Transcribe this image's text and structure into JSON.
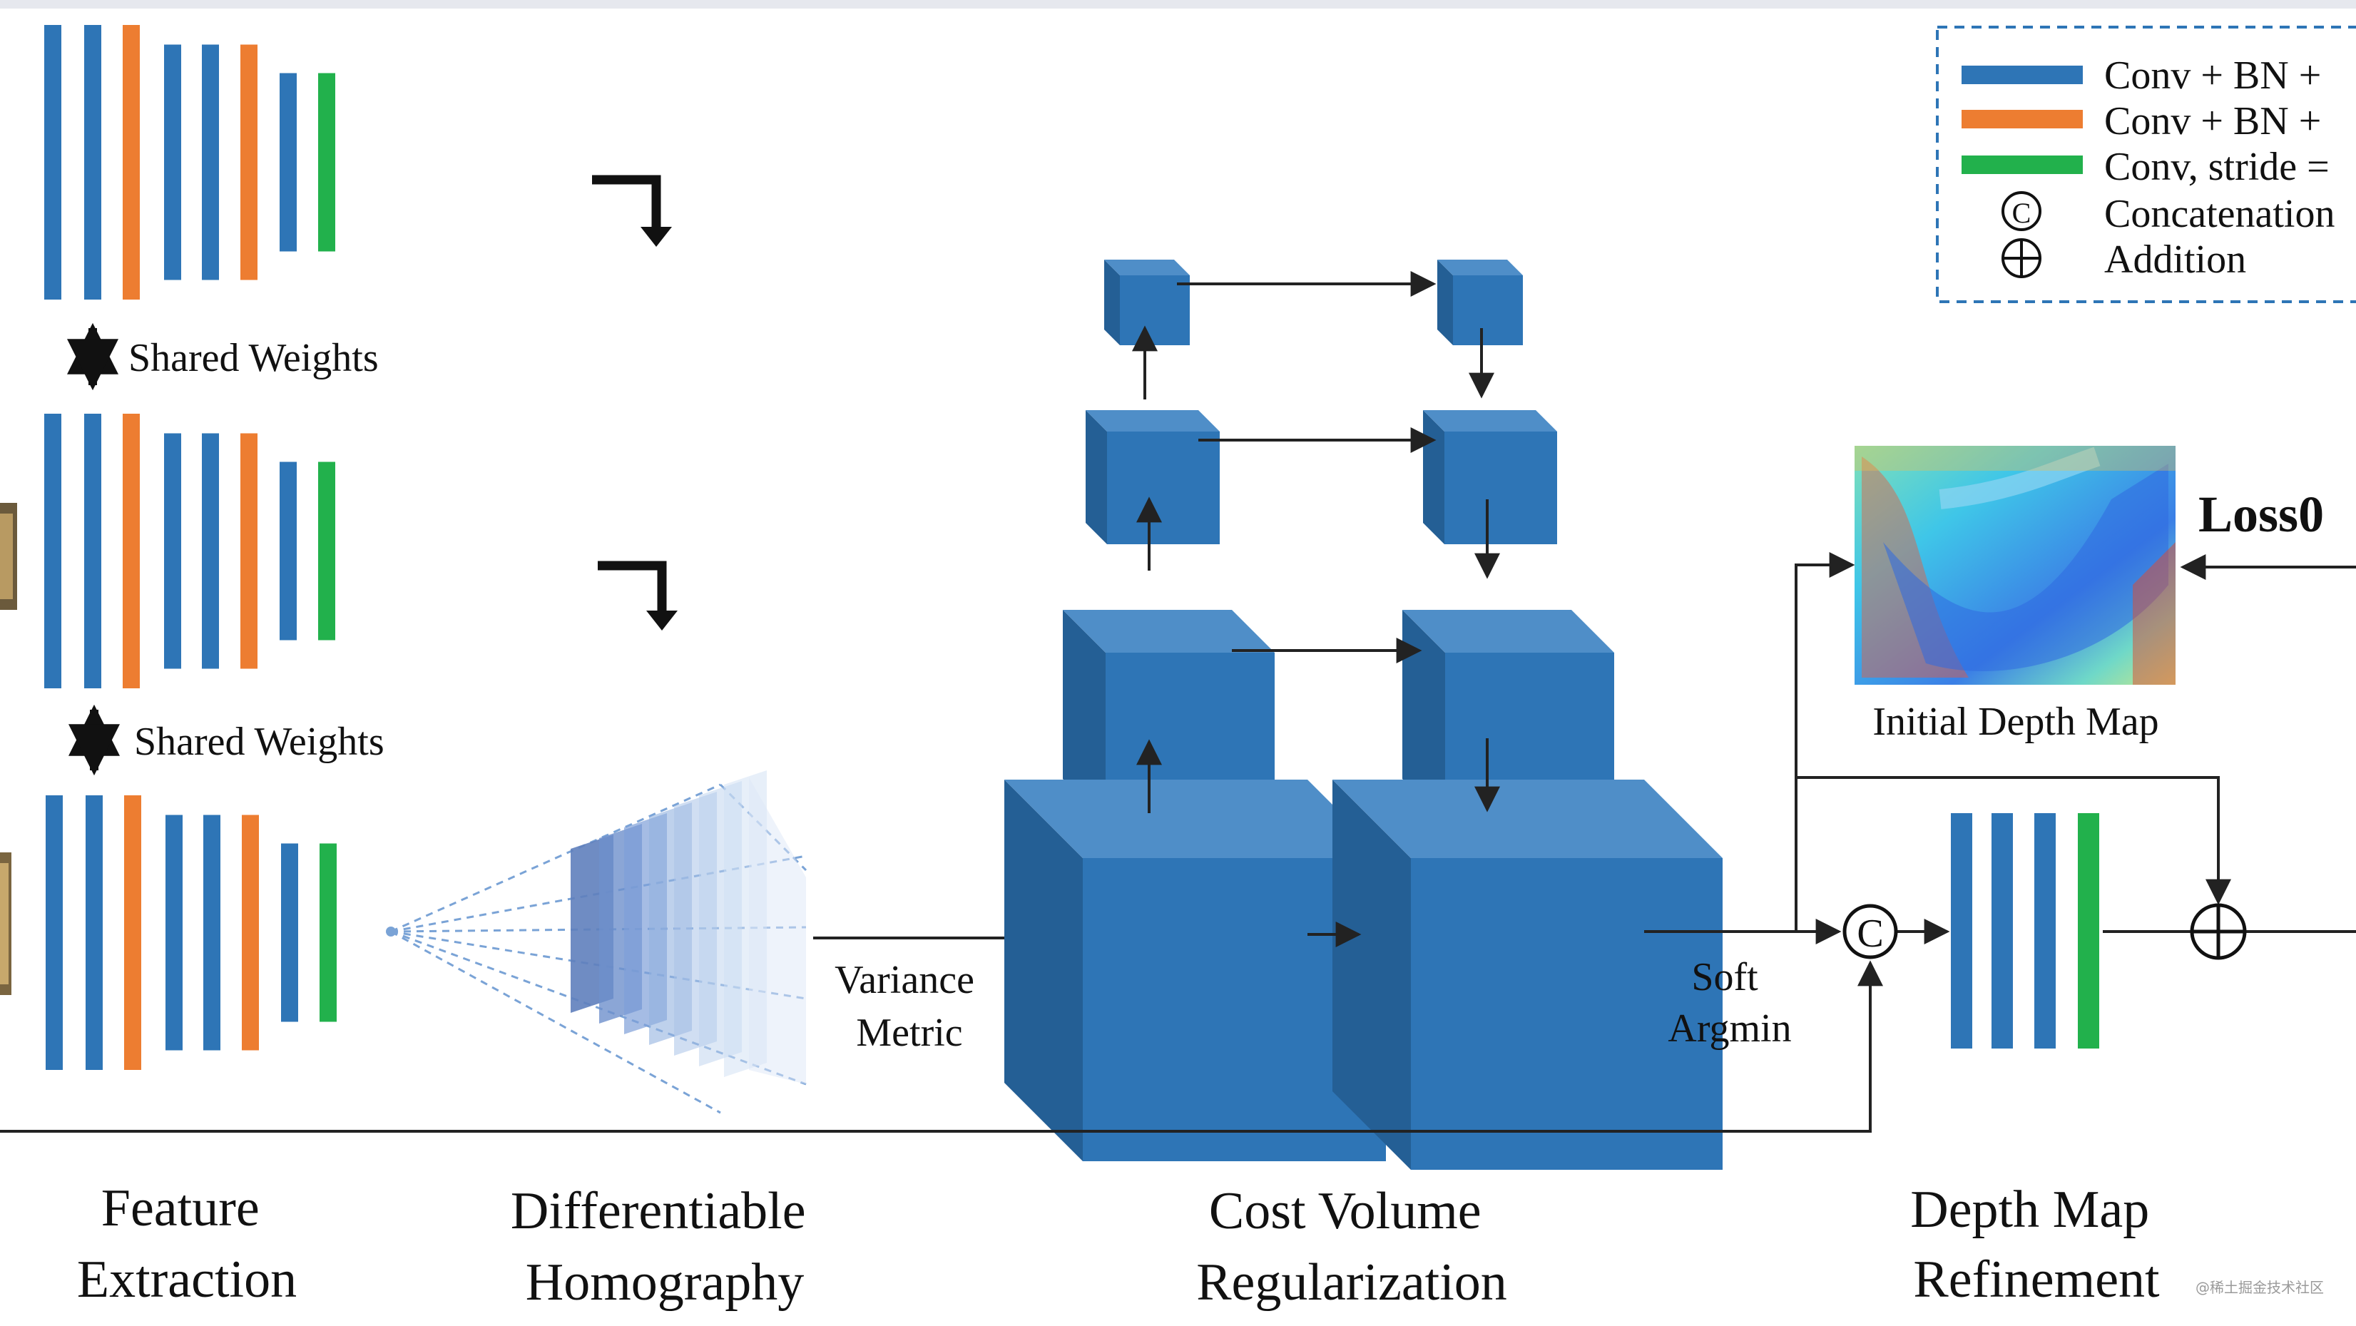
{
  "colors": {
    "conv_bn_relu": "#2e75b6",
    "conv_bn_stride": "#ed7d31",
    "conv_stride1": "#22b14c",
    "cube_front": "#2e75b6",
    "cube_top": "#4f8ec8",
    "cube_side": "#245f95",
    "line": "#222222",
    "legend_border": "#2e75b6"
  },
  "icons": {
    "concat": "concat-circle-c-icon",
    "addition": "circle-plus-icon",
    "shared": "double-arrow-icon",
    "corner_arrow": "corner-down-arrow-icon",
    "object": "object-thumbnail-icon"
  },
  "legend": {
    "items": [
      {
        "key": "conv_bn_relu",
        "label": "Conv + BN +"
      },
      {
        "key": "conv_bn_stride",
        "label": "Conv + BN +"
      },
      {
        "key": "conv_stride1",
        "label": "Conv, stride ="
      },
      {
        "key": "concat",
        "label": "Concatenation"
      },
      {
        "key": "addition",
        "label": "Addition"
      }
    ],
    "concat_symbol": "C"
  },
  "feature_extraction": {
    "shared_weights_1": "Shared Weights",
    "shared_weights_2": "Shared Weights",
    "towers": [
      [
        "conv_bn_relu",
        "conv_bn_relu",
        "conv_bn_stride",
        "conv_bn_relu",
        "conv_bn_relu",
        "conv_bn_stride",
        "conv_bn_relu",
        "conv_stride1"
      ],
      [
        "conv_bn_relu",
        "conv_bn_relu",
        "conv_bn_stride",
        "conv_bn_relu",
        "conv_bn_relu",
        "conv_bn_stride",
        "conv_bn_relu",
        "conv_stride1"
      ],
      [
        "conv_bn_relu",
        "conv_bn_relu",
        "conv_bn_stride",
        "conv_bn_relu",
        "conv_bn_relu",
        "conv_bn_stride",
        "conv_bn_relu",
        "conv_stride1"
      ]
    ]
  },
  "labels": {
    "variance_metric": [
      "Variance",
      "Metric"
    ],
    "soft_argmin": [
      "Soft",
      "Argmin"
    ],
    "initial_depth_map": "Initial Depth Map",
    "loss0": "Loss0",
    "concat_symbol": "C"
  },
  "refinement_block": [
    "conv_bn_relu",
    "conv_bn_relu",
    "conv_bn_relu",
    "conv_stride1"
  ],
  "stages": {
    "feature_extraction": [
      "Feature",
      "Extraction"
    ],
    "differentiable_homography": [
      "Differentiable",
      "Homography"
    ],
    "cost_volume_regularization": [
      "Cost Volume",
      "Regularization"
    ],
    "depth_map_refinement": [
      "Depth Map",
      "Refinement"
    ]
  },
  "watermark": "@稀土掘金技术社区"
}
